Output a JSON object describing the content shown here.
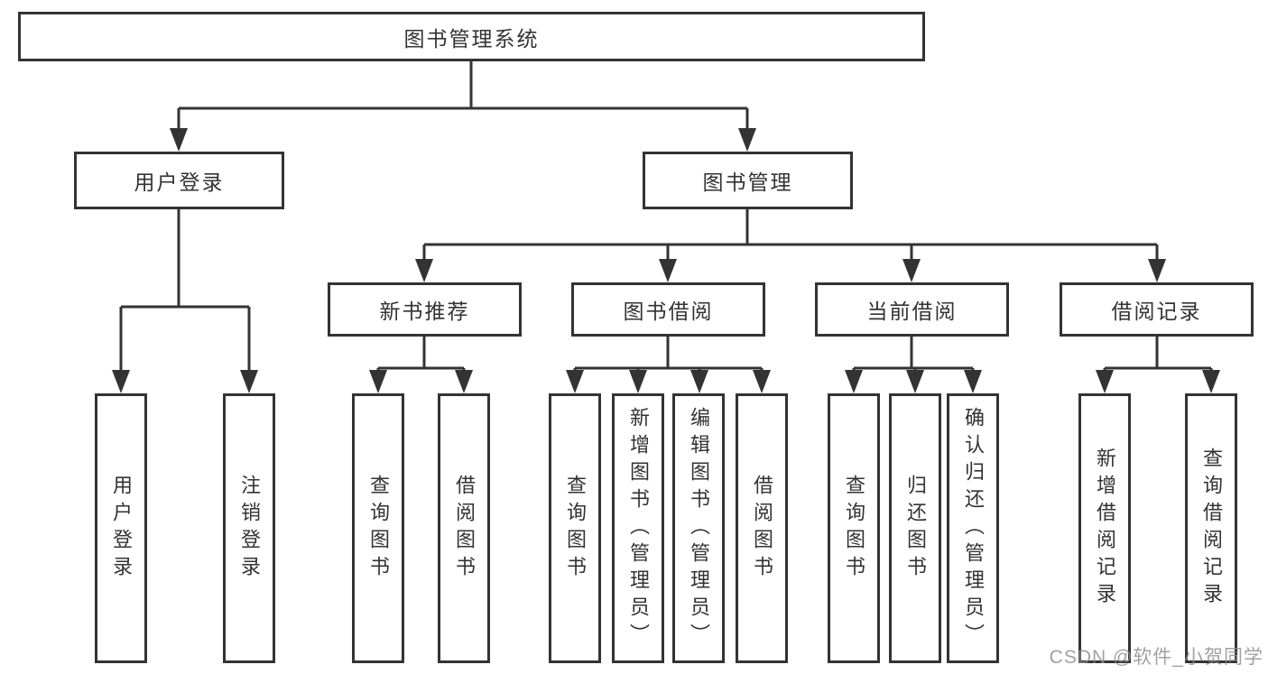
{
  "diagram": {
    "root": {
      "label": "图书管理系统"
    },
    "branches": [
      {
        "label": "用户登录",
        "children": [
          {
            "label": "用户登录"
          },
          {
            "label": "注销登录"
          }
        ]
      },
      {
        "label": "图书管理",
        "sections": [
          {
            "label": "新书推荐",
            "children": [
              {
                "label": "查询图书"
              },
              {
                "label": "借阅图书"
              }
            ]
          },
          {
            "label": "图书借阅",
            "children": [
              {
                "label": "查询图书"
              },
              {
                "label": "新增图书（管理员）"
              },
              {
                "label": "编辑图书（管理员）"
              },
              {
                "label": "借阅图书"
              }
            ]
          },
          {
            "label": "当前借阅",
            "children": [
              {
                "label": "查询图书"
              },
              {
                "label": "归还图书"
              },
              {
                "label": "确认归还（管理员）"
              }
            ]
          },
          {
            "label": "借阅记录",
            "children": [
              {
                "label": "新增借阅记录"
              },
              {
                "label": "查询借阅记录"
              }
            ]
          }
        ]
      }
    ]
  },
  "watermark": "CSDN @软件_小贺同学",
  "colors": {
    "line": "#333333",
    "text": "#333333",
    "background": "#ffffff",
    "watermark": "#8c8c8c"
  }
}
